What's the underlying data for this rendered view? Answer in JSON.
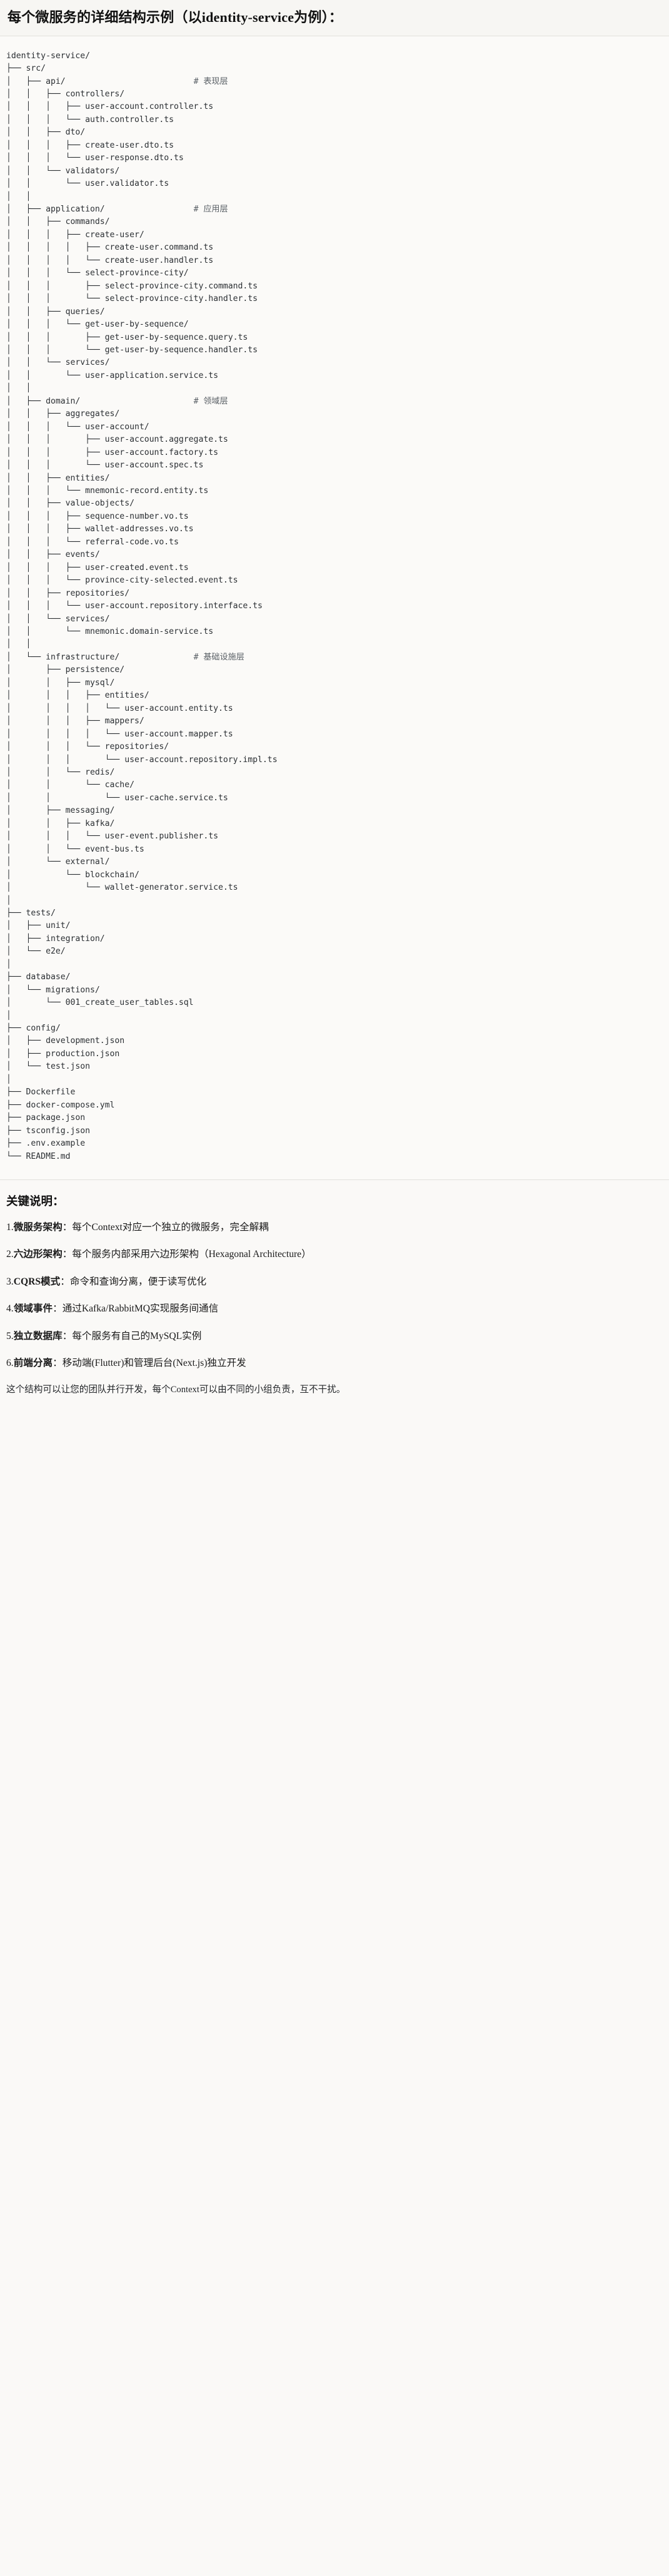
{
  "header": {
    "title": "每个微服务的详细结构示例（以identity-service为例）："
  },
  "tree": {
    "root": "identity-service/",
    "text": "identity-service/\n├── src/\n│   ├── api/                          # 表现层\n│   │   ├── controllers/\n│   │   │   ├── user-account.controller.ts\n│   │   │   └── auth.controller.ts\n│   │   ├── dto/\n│   │   │   ├── create-user.dto.ts\n│   │   │   └── user-response.dto.ts\n│   │   └── validators/\n│   │       └── user.validator.ts\n│   │\n│   ├── application/                  # 应用层\n│   │   ├── commands/\n│   │   │   ├── create-user/\n│   │   │   │   ├── create-user.command.ts\n│   │   │   │   └── create-user.handler.ts\n│   │   │   └── select-province-city/\n│   │   │       ├── select-province-city.command.ts\n│   │   │       └── select-province-city.handler.ts\n│   │   ├── queries/\n│   │   │   └── get-user-by-sequence/\n│   │   │       ├── get-user-by-sequence.query.ts\n│   │   │       └── get-user-by-sequence.handler.ts\n│   │   └── services/\n│   │       └── user-application.service.ts\n│   │\n│   ├── domain/                       # 领域层\n│   │   ├── aggregates/\n│   │   │   └── user-account/\n│   │   │       ├── user-account.aggregate.ts\n│   │   │       ├── user-account.factory.ts\n│   │   │       └── user-account.spec.ts\n│   │   ├── entities/\n│   │   │   └── mnemonic-record.entity.ts\n│   │   ├── value-objects/\n│   │   │   ├── sequence-number.vo.ts\n│   │   │   ├── wallet-addresses.vo.ts\n│   │   │   └── referral-code.vo.ts\n│   │   ├── events/\n│   │   │   ├── user-created.event.ts\n│   │   │   └── province-city-selected.event.ts\n│   │   ├── repositories/\n│   │   │   └── user-account.repository.interface.ts\n│   │   └── services/\n│   │       └── mnemonic.domain-service.ts\n│   │\n│   └── infrastructure/               # 基础设施层\n│       ├── persistence/\n│       │   ├── mysql/\n│       │   │   ├── entities/\n│       │   │   │   └── user-account.entity.ts\n│       │   │   ├── mappers/\n│       │   │   │   └── user-account.mapper.ts\n│       │   │   └── repositories/\n│       │   │       └── user-account.repository.impl.ts\n│       │   └── redis/\n│       │       └── cache/\n│       │           └── user-cache.service.ts\n│       ├── messaging/\n│       │   ├── kafka/\n│       │   │   └── user-event.publisher.ts\n│       │   └── event-bus.ts\n│       └── external/\n│           └── blockchain/\n│               └── wallet-generator.service.ts\n│\n├── tests/\n│   ├── unit/\n│   ├── integration/\n│   └── e2e/\n│\n├── database/\n│   └── migrations/\n│       └── 001_create_user_tables.sql\n│\n├── config/\n│   ├── development.json\n│   ├── production.json\n│   └── test.json\n│\n├── Dockerfile\n├── docker-compose.yml\n├── package.json\n├── tsconfig.json\n├── .env.example\n└── README.md",
    "layer_comments": [
      "# 表现层",
      "# 应用层",
      "# 领域层",
      "# 基础设施层"
    ]
  },
  "notes": {
    "heading": "关键说明：",
    "items": [
      {
        "num": "1.",
        "lead": "微服务架构",
        "body": "：每个Context对应一个独立的微服务，完全解耦"
      },
      {
        "num": "2.",
        "lead": "六边形架构",
        "body": "：每个服务内部采用六边形架构（Hexagonal Architecture）"
      },
      {
        "num": "3.",
        "lead": "CQRS模式",
        "body": "：命令和查询分离，便于读写优化"
      },
      {
        "num": "4.",
        "lead": "领域事件",
        "body": "：通过Kafka/RabbitMQ实现服务间通信"
      },
      {
        "num": "5.",
        "lead": "独立数据库",
        "body": "：每个服务有自己的MySQL实例"
      },
      {
        "num": "6.",
        "lead": "前端分离",
        "body": "：移动端(Flutter)和管理后台(Next.js)独立开发"
      }
    ],
    "closing": "这个结构可以让您的团队并行开发，每个Context可以由不同的小组负责，互不干扰。"
  },
  "colors": {
    "page_bg": "#faf9f7",
    "code_bg": "#fbfaf8",
    "rule": "#e2e0dc",
    "code_text": "#2b2f33",
    "comment_text": "#5a6066",
    "title_text": "#111111"
  }
}
